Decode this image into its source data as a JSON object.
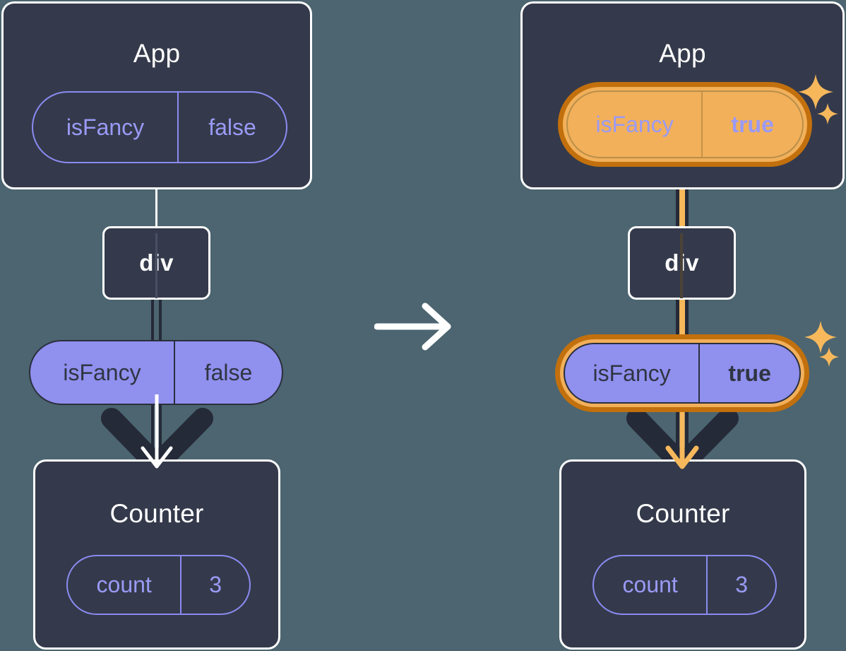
{
  "diagram": {
    "type": "state-propagation",
    "background_color": "#4c6570",
    "accent_color": "#f7b85c",
    "accent_dark_color": "#c2700d",
    "pill_fill_color": "#9090ef",
    "card_fill_color": "#343a4b",
    "card_border_color": "#ffffff",
    "transition_icon": "right-arrow-icon"
  },
  "panels": [
    {
      "id": "before",
      "app": {
        "title": "App",
        "state_pill": {
          "key": "isFancy",
          "value": "false",
          "highlighted": false,
          "filled": false
        }
      },
      "div": {
        "label": "div"
      },
      "prop_pill": {
        "key": "isFancy",
        "value": "false",
        "highlighted": false,
        "filled": true
      },
      "counter": {
        "title": "Counter",
        "state_pill": {
          "key": "count",
          "value": "3",
          "highlighted": false,
          "filled": false
        }
      },
      "sparkles": 0
    },
    {
      "id": "after",
      "app": {
        "title": "App",
        "state_pill": {
          "key": "isFancy",
          "value": "true",
          "highlighted": true,
          "filled": false
        }
      },
      "div": {
        "label": "div"
      },
      "prop_pill": {
        "key": "isFancy",
        "value": "true",
        "highlighted": true,
        "filled": true
      },
      "counter": {
        "title": "Counter",
        "state_pill": {
          "key": "count",
          "value": "3",
          "highlighted": false,
          "filled": false
        }
      },
      "sparkles": 2
    }
  ]
}
